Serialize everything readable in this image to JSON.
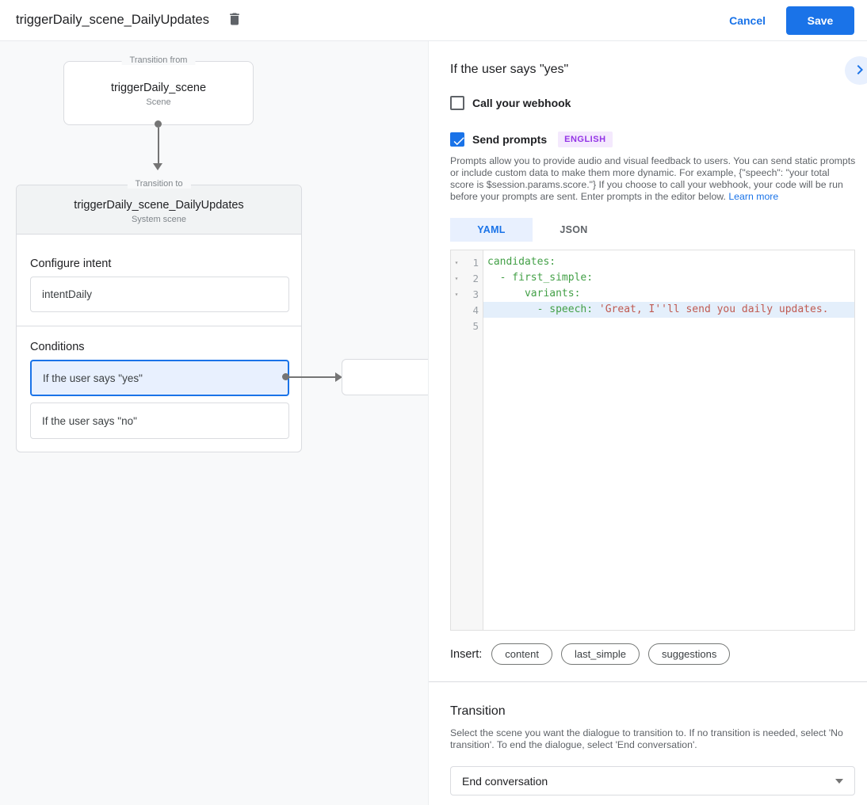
{
  "colors": {
    "accent_blue": "#1a73e8",
    "selection_blue_bg": "#e8f0fe",
    "badge_purple_text": "#9334e6",
    "badge_purple_bg": "#f4e9fd",
    "code_key_green": "#43a047",
    "code_string_red": "#c05b52",
    "highlight_line_bg": "#e4effb"
  },
  "header": {
    "title": "triggerDaily_scene_DailyUpdates",
    "cancel_label": "Cancel",
    "save_label": "Save"
  },
  "diagram": {
    "transition_from": {
      "legend": "Transition from",
      "title": "triggerDaily_scene",
      "subtitle": "Scene"
    },
    "transition_to": {
      "legend": "Transition to",
      "title": "triggerDaily_scene_DailyUpdates",
      "subtitle": "System scene"
    },
    "configure_intent": {
      "heading": "Configure intent",
      "value": "intentDaily"
    },
    "conditions": {
      "heading": "Conditions",
      "items": [
        {
          "label": "If the user says \"yes\"",
          "selected": true
        },
        {
          "label": "If the user says \"no\"",
          "selected": false
        }
      ]
    }
  },
  "panel": {
    "heading": "If the user says \"yes\"",
    "webhook": {
      "label": "Call your webhook",
      "checked": false
    },
    "prompts": {
      "label": "Send prompts",
      "checked": true,
      "badge": "ENGLISH"
    },
    "description": "Prompts allow you to provide audio and visual feedback to users. You can send static prompts or include custom data to make them more dynamic. For example, {\"speech\": \"your total score is $session.params.score.\"} If you choose to call your webhook, your code will be run before your prompts are sent. Enter prompts in the editor below.",
    "learn_more": "Learn more",
    "tabs": [
      {
        "label": "YAML",
        "active": true
      },
      {
        "label": "JSON",
        "active": false
      }
    ],
    "editor": {
      "lines": [
        {
          "num": "1",
          "fold": true,
          "highlight": false,
          "parts": [
            {
              "t": "candidates:",
              "c": "key"
            }
          ]
        },
        {
          "num": "2",
          "fold": true,
          "highlight": false,
          "parts": [
            {
              "t": "  - first_simple:",
              "c": "key"
            }
          ]
        },
        {
          "num": "3",
          "fold": true,
          "highlight": false,
          "parts": [
            {
              "t": "      variants:",
              "c": "key"
            }
          ]
        },
        {
          "num": "4",
          "fold": false,
          "highlight": true,
          "parts": [
            {
              "t": "        - speech: ",
              "c": "key"
            },
            {
              "t": "'Great, I''ll send you daily updates.",
              "c": "str"
            }
          ]
        },
        {
          "num": "5",
          "fold": false,
          "highlight": false,
          "parts": []
        }
      ]
    },
    "insert": {
      "label": "Insert:",
      "chips": [
        "content",
        "last_simple",
        "suggestions"
      ]
    },
    "transition": {
      "heading": "Transition",
      "description": "Select the scene you want the dialogue to transition to. If no transition is needed, select 'No transition'. To end the dialogue, select 'End conversation'.",
      "dropdown_value": "End conversation"
    }
  }
}
